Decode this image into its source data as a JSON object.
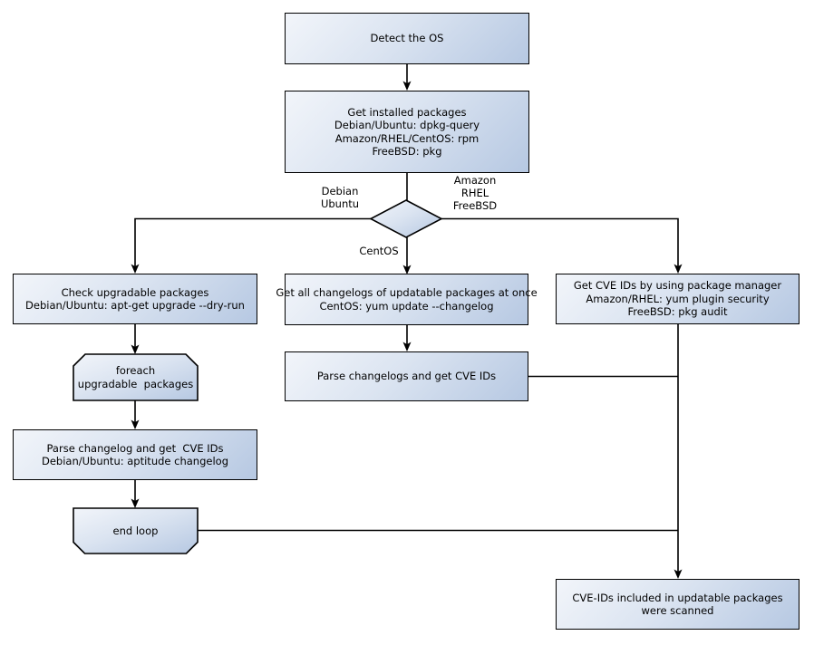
{
  "palette": {
    "node_fill_light": "#f2f5fa",
    "node_fill_dark": "#b6c8e2",
    "node_border": "#000000",
    "line_color": "#000000",
    "text_color": "#000000",
    "background": "#ffffff"
  },
  "nodes": {
    "detect_os": {
      "lines": [
        "Detect the OS"
      ]
    },
    "get_installed_packages": {
      "lines": [
        "Get installed packages",
        "Debian/Ubuntu: dpkg-query",
        "Amazon/RHEL/CentOS: rpm",
        "FreeBSD: pkg"
      ]
    },
    "check_upgradable": {
      "lines": [
        "Check upgradable packages",
        "Debian/Ubuntu: apt-get upgrade --dry-run"
      ]
    },
    "foreach_loop": {
      "lines": [
        "foreach",
        "upgradable  packages"
      ]
    },
    "parse_changelog_left": {
      "lines": [
        "Parse changelog and get  CVE IDs",
        "Debian/Ubuntu: aptitude changelog"
      ]
    },
    "end_loop": {
      "lines": [
        "end loop"
      ]
    },
    "get_all_changelogs": {
      "lines": [
        "Get all changelogs of updatable packages at once",
        "CentOS: yum update --changelog"
      ]
    },
    "parse_changelogs_mid": {
      "lines": [
        "Parse changelogs and get CVE IDs"
      ]
    },
    "get_cve_ids_right": {
      "lines": [
        "Get CVE IDs by using package manager",
        "Amazon/RHEL: yum plugin security",
        "FreeBSD: pkg audit"
      ]
    },
    "scanned_result": {
      "lines": [
        "CVE-IDs included in updatable packages",
        "were scanned"
      ]
    }
  },
  "edge_labels": {
    "debian_ubuntu": [
      "Debian",
      "Ubuntu"
    ],
    "amazon_rhel_freebsd": [
      "Amazon",
      "RHEL",
      "FreeBSD"
    ],
    "centos": [
      "CentOS"
    ]
  }
}
